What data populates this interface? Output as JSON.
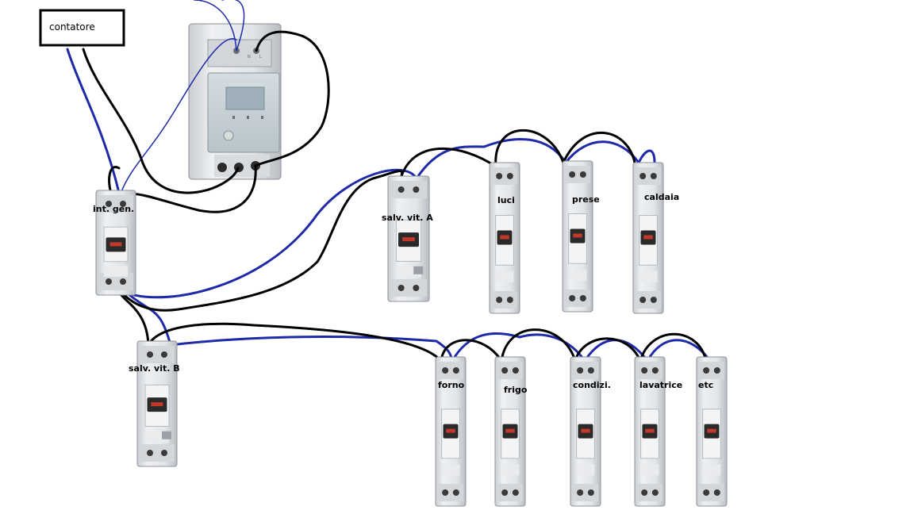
{
  "meter_label": "contatore",
  "monitor_terminal_labels": {
    "n": "N",
    "l": "L"
  },
  "main_switch_label": "int. gen.",
  "rcd_a_label": "salv. vit. A",
  "rcd_b_label": "salv. vit. B",
  "breakers_a": [
    {
      "label": "luci"
    },
    {
      "label": "prese"
    },
    {
      "label": "caldaia"
    }
  ],
  "breakers_b": [
    {
      "label": "forno"
    },
    {
      "label": "frigo"
    },
    {
      "label": "condizi."
    },
    {
      "label": "lavatrice"
    },
    {
      "label": "etc"
    }
  ],
  "colors": {
    "neutral_wire": "#1f2aa8",
    "phase_wire": "#000000",
    "module_body": "#e6e8ea",
    "lever": "#2a2a2a",
    "accent": "#c0392b"
  }
}
